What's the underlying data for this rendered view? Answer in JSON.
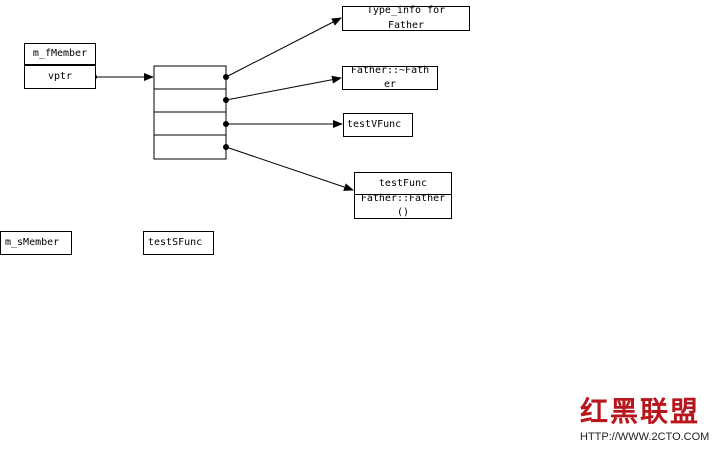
{
  "members": {
    "fmember": "m_fMember",
    "vptr": "vptr",
    "smember": "m_sMember",
    "sfunc": "testSFunc"
  },
  "vtable_targets": {
    "typeinfo": [
      "Type_info for",
      "Father"
    ],
    "destructor": [
      "Father::~Fath",
      "er"
    ],
    "vfunc": "testVFunc",
    "func_title": "testFunc",
    "func_body": [
      "Father::Father",
      "()"
    ]
  },
  "watermark": {
    "logo": "红黑联盟",
    "url": "HTTP://WWW.2CTO.COM"
  }
}
